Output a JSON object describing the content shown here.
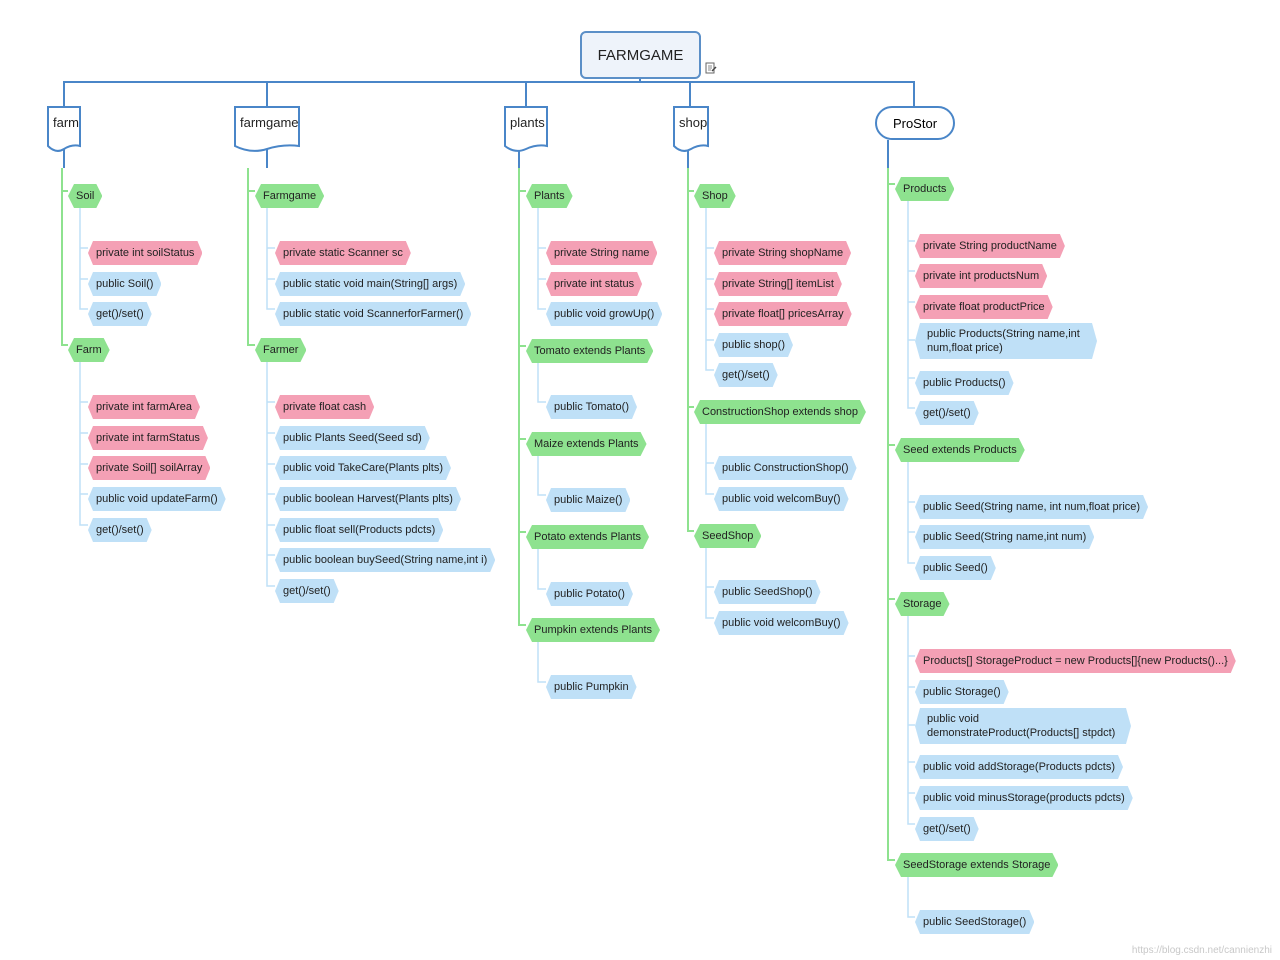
{
  "root": "FARMGAME",
  "packages": {
    "farm": "farm",
    "farmgame": "farmgame",
    "plants": "plants",
    "shop": "shop",
    "prostor": "ProStor"
  },
  "farm": {
    "soil": {
      "name": "Soil",
      "members": [
        "private int soilStatus",
        "public Soil()",
        "get()/set()"
      ]
    },
    "farm": {
      "name": "Farm",
      "members": [
        "private int farmArea",
        "private int farmStatus",
        "private Soil[] soilArray",
        "public void updateFarm()",
        "get()/set()"
      ]
    }
  },
  "farmgame": {
    "farmgame": {
      "name": "Farmgame",
      "members": [
        "private static Scanner sc",
        "public static void main(String[] args)",
        "public static void ScannerforFarmer()"
      ]
    },
    "farmer": {
      "name": "Farmer",
      "members": [
        "private float cash",
        "public Plants Seed(Seed sd)",
        "public void TakeCare(Plants plts)",
        "public boolean Harvest(Plants plts)",
        "public float sell(Products pdcts)",
        "public boolean buySeed(String name,int i)",
        "get()/set()"
      ]
    }
  },
  "plants": {
    "plants": {
      "name": "Plants",
      "members": [
        "private String name",
        "private int status",
        "public void growUp()"
      ]
    },
    "tomato": {
      "name": "Tomato extends Plants",
      "members": [
        "public Tomato()"
      ]
    },
    "maize": {
      "name": "Maize extends Plants",
      "members": [
        "public Maize()"
      ]
    },
    "potato": {
      "name": "Potato extends Plants",
      "members": [
        "public Potato()"
      ]
    },
    "pumpkin": {
      "name": "Pumpkin extends Plants",
      "members": [
        "public Pumpkin"
      ]
    }
  },
  "shop": {
    "shop": {
      "name": "Shop",
      "members": [
        "private String shopName",
        "private String[] itemList",
        "private float[] pricesArray",
        "public shop()",
        "get()/set()"
      ]
    },
    "construction": {
      "name": "ConstructionShop extends shop",
      "members": [
        "public ConstructionShop()",
        "public void welcomBuy()"
      ]
    },
    "seedshop": {
      "name": "SeedShop",
      "members": [
        "public SeedShop()",
        "public void welcomBuy()"
      ]
    }
  },
  "prostor": {
    "products": {
      "name": "Products",
      "members": [
        "private String productName",
        "private int productsNum",
        "private float productPrice",
        "public Products(String name,int num,float price)",
        "public Products()",
        "get()/set()"
      ]
    },
    "seed": {
      "name": "Seed extends Products",
      "members": [
        "public Seed(String name, int num,float price)",
        "public Seed(String name,int num)",
        "public Seed()"
      ]
    },
    "storage": {
      "name": "Storage",
      "members": [
        "Products[] StorageProduct = new Products[]{new Products()...}",
        "public Storage()",
        "public void demonstrateProduct(Products[] stpdct)",
        "public void addStorage(Products pdcts)",
        "public void minusStorage(products pdcts)",
        "get()/set()"
      ]
    },
    "seedstorage": {
      "name": "SeedStorage extends Storage",
      "members": [
        "public SeedStorage()"
      ]
    }
  },
  "watermark": "https://blog.csdn.net/cannienzhi",
  "colors": {
    "class": "#8ee28f",
    "field": "#f4a0b5",
    "method": "#bfe0f7",
    "line": "#4a86c8"
  }
}
